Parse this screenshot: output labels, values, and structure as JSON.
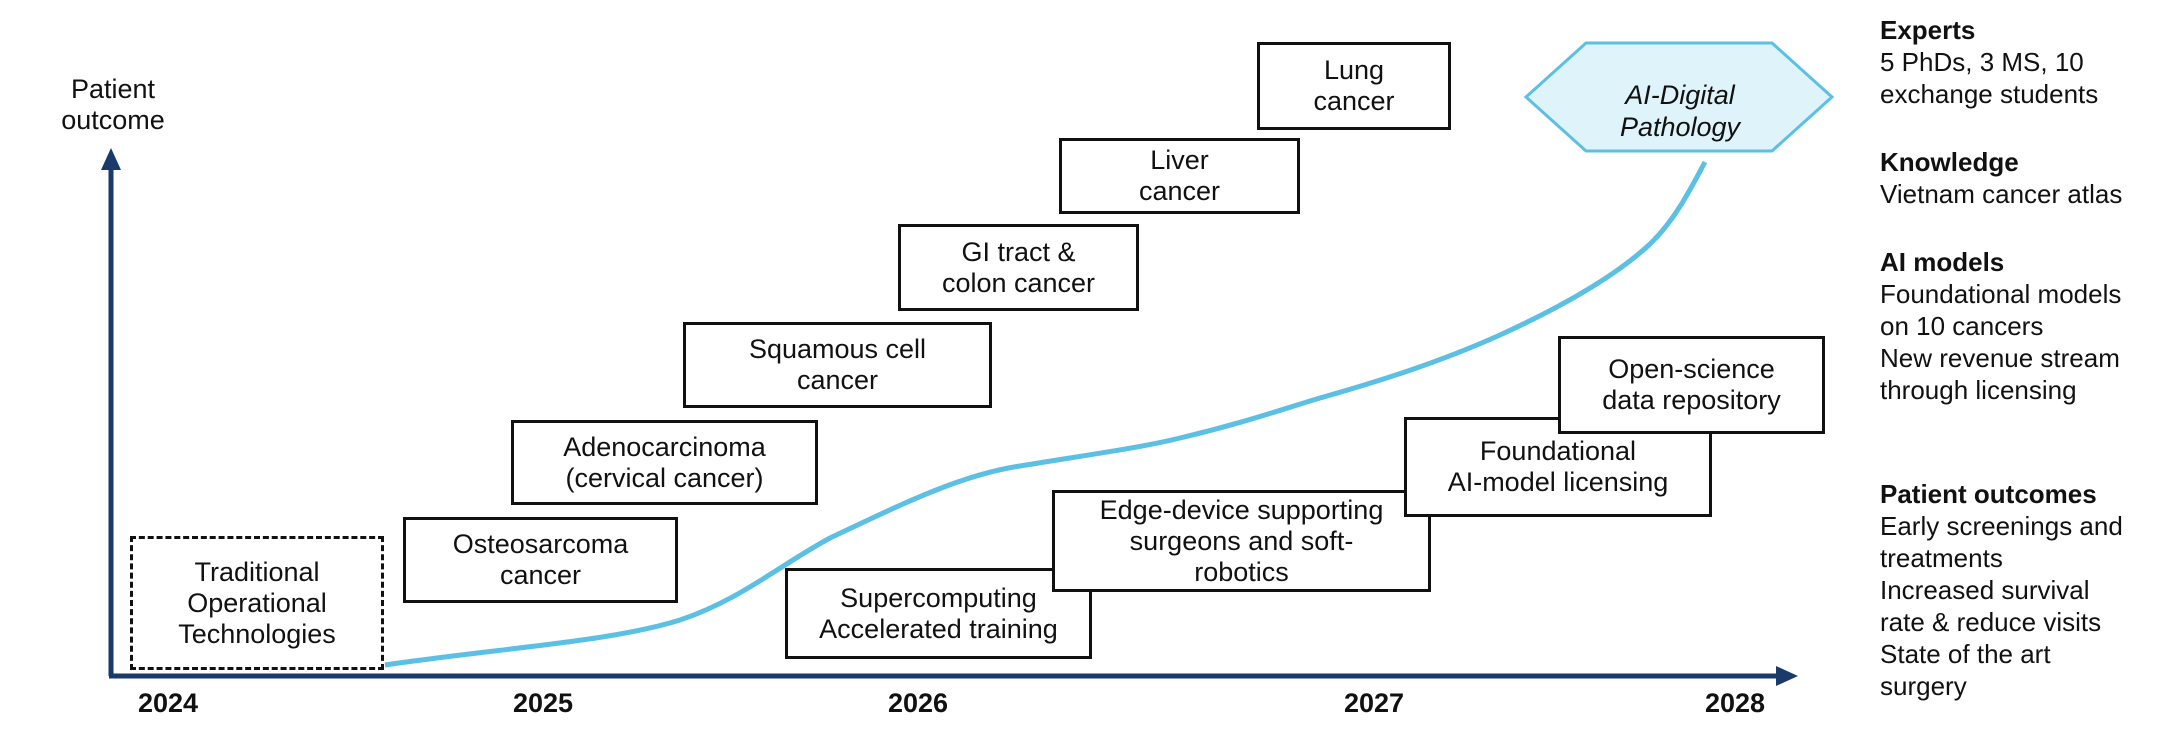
{
  "axes": {
    "y_label": "Patient\noutcome",
    "years": [
      "2024",
      "2025",
      "2026",
      "2027",
      "2028"
    ]
  },
  "boxes": {
    "traditional": "Traditional\nOperational\nTechnologies",
    "osteosarcoma": "Osteosarcoma\ncancer",
    "adenocarcinoma": "Adenocarcinoma\n(cervical cancer)",
    "squamous": "Squamous cell\ncancer",
    "gi_tract": "GI tract &\ncolon cancer",
    "liver": "Liver\ncancer",
    "lung": "Lung\ncancer",
    "supercomputing": "Supercomputing\nAccelerated training",
    "edge_device": "Edge-device supporting\nsurgeons and soft-\nrobotics",
    "foundational": "Foundational\nAI-model licensing",
    "open_science": "Open-science\ndata repository"
  },
  "goal": {
    "label": "AI-Digital\nPathology"
  },
  "panel": {
    "experts": {
      "heading": "Experts",
      "lines": [
        "5 PhDs, 3 MS, 10\nexchange students"
      ]
    },
    "knowledge": {
      "heading": "Knowledge",
      "lines": [
        "Vietnam cancer atlas"
      ]
    },
    "ai_models": {
      "heading": "AI models",
      "lines": [
        "Foundational models\non 10 cancers",
        "New revenue stream\nthrough licensing"
      ]
    },
    "patient_outcomes": {
      "heading": "Patient outcomes",
      "lines": [
        "Early screenings and\ntreatments",
        "Increased survival\nrate & reduce visits",
        "State of the art\nsurgery"
      ]
    }
  },
  "colors": {
    "axis": "#1a3a6b",
    "curve": "#5bc0e3",
    "hex_fill": "#dff3fb",
    "hex_stroke": "#5bc0e3"
  }
}
